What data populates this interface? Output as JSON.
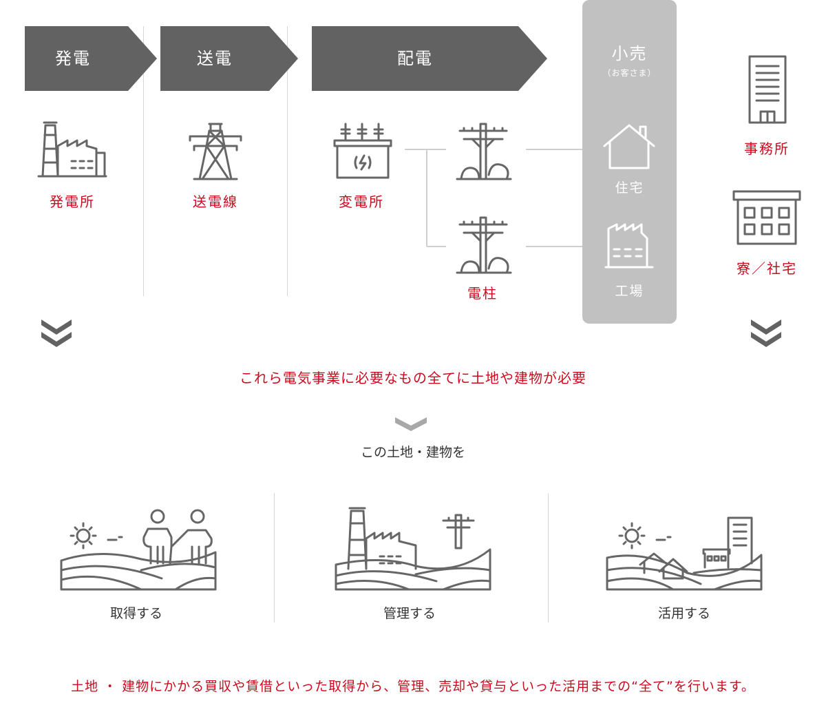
{
  "stages": [
    {
      "label": "発電"
    },
    {
      "label": "送電"
    },
    {
      "label": "配電"
    }
  ],
  "facilities": {
    "power_plant": "発電所",
    "transmission_line": "送電線",
    "substation": "変電所",
    "utility_pole": "電柱"
  },
  "retail": {
    "title": "小売",
    "subtitle": "（お客さま）",
    "house": "住宅",
    "factory": "工場"
  },
  "right_side": {
    "office": "事務所",
    "dorm": "寮／社宅"
  },
  "statement": "これら電気事業に必要なもの全てに土地や建物が必要",
  "lead": "この土地・建物を",
  "actions": [
    {
      "label": "取得する"
    },
    {
      "label": "管理する"
    },
    {
      "label": "活用する"
    }
  ],
  "footer": "土地 ・ 建物にかかる買収や賃借といった取得から、管理、売却や貸与といった活用までの“全て”を行います。",
  "colors": {
    "accent": "#cc0a1e",
    "stage_fill": "#626262",
    "retail_fill": "#c1c1c1",
    "icon_stroke": "#666666"
  }
}
